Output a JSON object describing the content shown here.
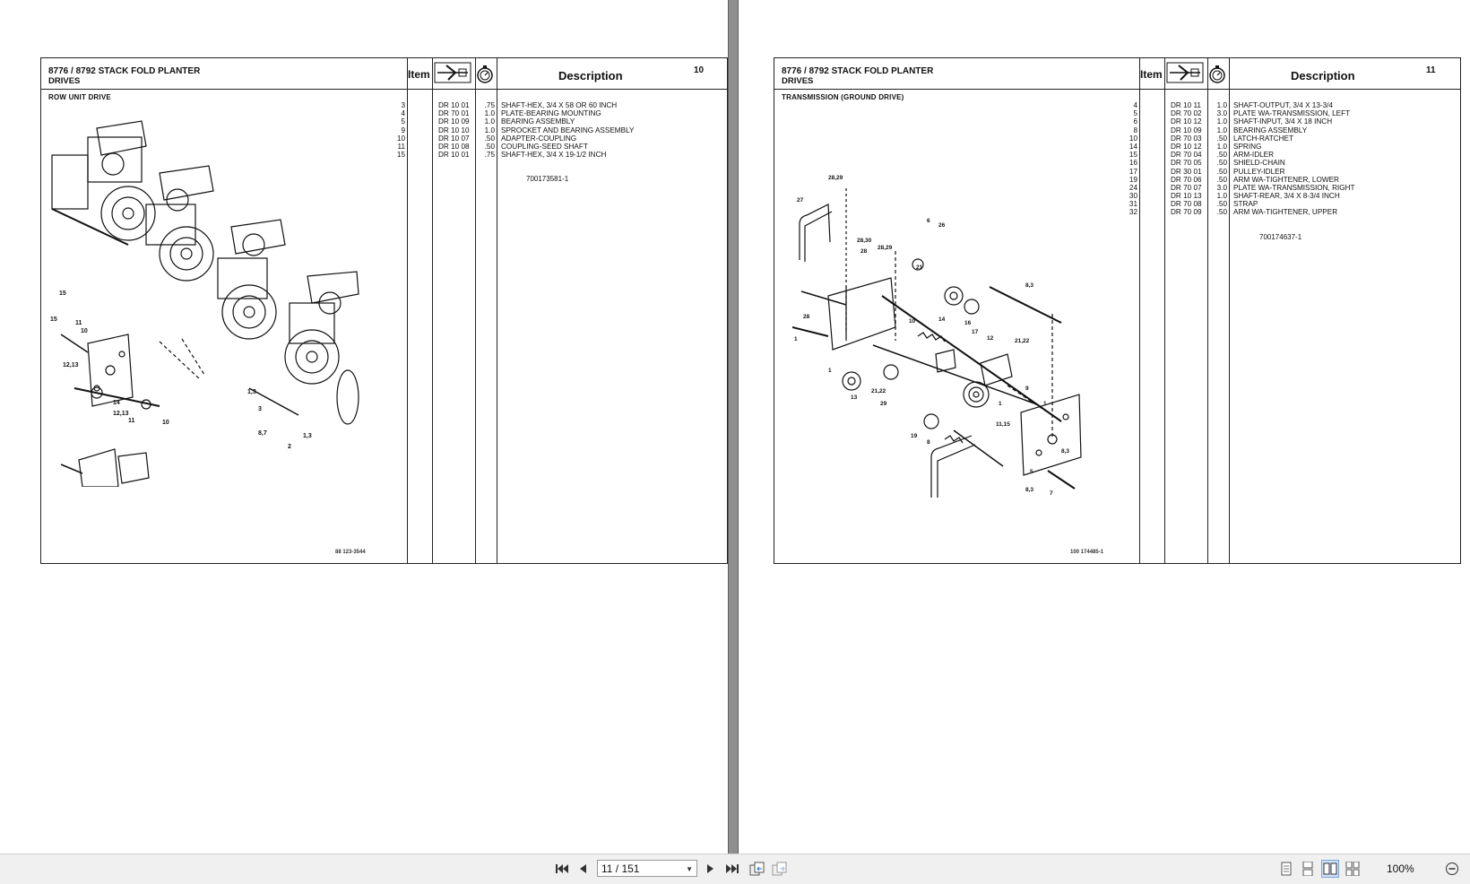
{
  "left_page": {
    "title": "8776 / 8792 STACK FOLD PLANTER",
    "subtitle": "DRIVES",
    "col_item": "Item",
    "col_description": "Description",
    "page_number": "10",
    "section": "ROW UNIT DRIVE",
    "parts": [
      {
        "item": "3",
        "code": "DR 10 01",
        "qty": ".75",
        "desc": "SHAFT-HEX, 3/4 X 58 OR 60 INCH"
      },
      {
        "item": "4",
        "code": "DR 70 01",
        "qty": "1.0",
        "desc": "PLATE-BEARING MOUNTING"
      },
      {
        "item": "5",
        "code": "DR 10 09",
        "qty": "1.0",
        "desc": "BEARING ASSEMBLY"
      },
      {
        "item": "9",
        "code": "DR 10 10",
        "qty": "1.0",
        "desc": "SPROCKET AND BEARING ASSEMBLY"
      },
      {
        "item": "10",
        "code": "DR 10 07",
        "qty": ".50",
        "desc": "ADAPTER-COUPLING"
      },
      {
        "item": "11",
        "code": "DR 10 08",
        "qty": ".50",
        "desc": "COUPLING-SEED SHAFT"
      },
      {
        "item": "15",
        "code": "DR 10 01",
        "qty": ".75",
        "desc": "SHAFT-HEX, 3/4 X 19-1/2 INCH"
      }
    ],
    "part_number": "700173581-1",
    "figure_number": "88 123-3544"
  },
  "right_page": {
    "title": "8776 / 8792 STACK FOLD PLANTER",
    "subtitle": "DRIVES",
    "col_item": "Item",
    "col_description": "Description",
    "page_number": "11",
    "section": "TRANSMISSION (GROUND DRIVE)",
    "parts": [
      {
        "item": "4",
        "code": "DR 10 11",
        "qty": "1.0",
        "desc": "SHAFT-OUTPUT, 3/4 X 13-3/4"
      },
      {
        "item": "5",
        "code": "DR 70 02",
        "qty": "3.0",
        "desc": "PLATE WA-TRANSMISSION, LEFT"
      },
      {
        "item": "6",
        "code": "DR 10 12",
        "qty": "1.0",
        "desc": "SHAFT-INPUT, 3/4 X 18 INCH"
      },
      {
        "item": "8",
        "code": "DR 10 09",
        "qty": "1.0",
        "desc": "BEARING ASSEMBLY"
      },
      {
        "item": "10",
        "code": "DR 70 03",
        "qty": ".50",
        "desc": "LATCH-RATCHET"
      },
      {
        "item": "14",
        "code": "DR 10 12",
        "qty": "1.0",
        "desc": "SPRING"
      },
      {
        "item": "15",
        "code": "DR 70 04",
        "qty": ".50",
        "desc": "ARM-IDLER"
      },
      {
        "item": "16",
        "code": "DR 70 05",
        "qty": ".50",
        "desc": "SHIELD-CHAIN"
      },
      {
        "item": "17",
        "code": "DR 30 01",
        "qty": ".50",
        "desc": "PULLEY-IDLER"
      },
      {
        "item": "19",
        "code": "DR 70 06",
        "qty": ".50",
        "desc": "ARM WA-TIGHTENER, LOWER"
      },
      {
        "item": "24",
        "code": "DR 70 07",
        "qty": "3.0",
        "desc": "PLATE WA-TRANSMISSION, RIGHT"
      },
      {
        "item": "30",
        "code": "DR 10 13",
        "qty": "1.0",
        "desc": "SHAFT-REAR, 3/4 X 8-3/4 INCH"
      },
      {
        "item": "31",
        "code": "DR 70 08",
        "qty": ".50",
        "desc": "STRAP"
      },
      {
        "item": "32",
        "code": "DR 70 09",
        "qty": ".50",
        "desc": "ARM WA-TIGHTENER, UPPER"
      }
    ],
    "part_number": "700174637-1",
    "figure_number": "100 174485-1"
  },
  "toolbar": {
    "page_indicator": "11 / 151",
    "zoom": "100%",
    "icons": [
      "first-page-icon",
      "prev-page-icon",
      "next-page-icon",
      "last-page-icon",
      "back-view-icon",
      "forward-view-icon",
      "single-page-icon",
      "continuous-icon",
      "facing-icon",
      "continuous-facing-icon",
      "zoom-out-icon"
    ]
  },
  "colors": {
    "gutter": "#8f8f8f",
    "toolbar": "#f0f0f0",
    "line": "#222222"
  }
}
